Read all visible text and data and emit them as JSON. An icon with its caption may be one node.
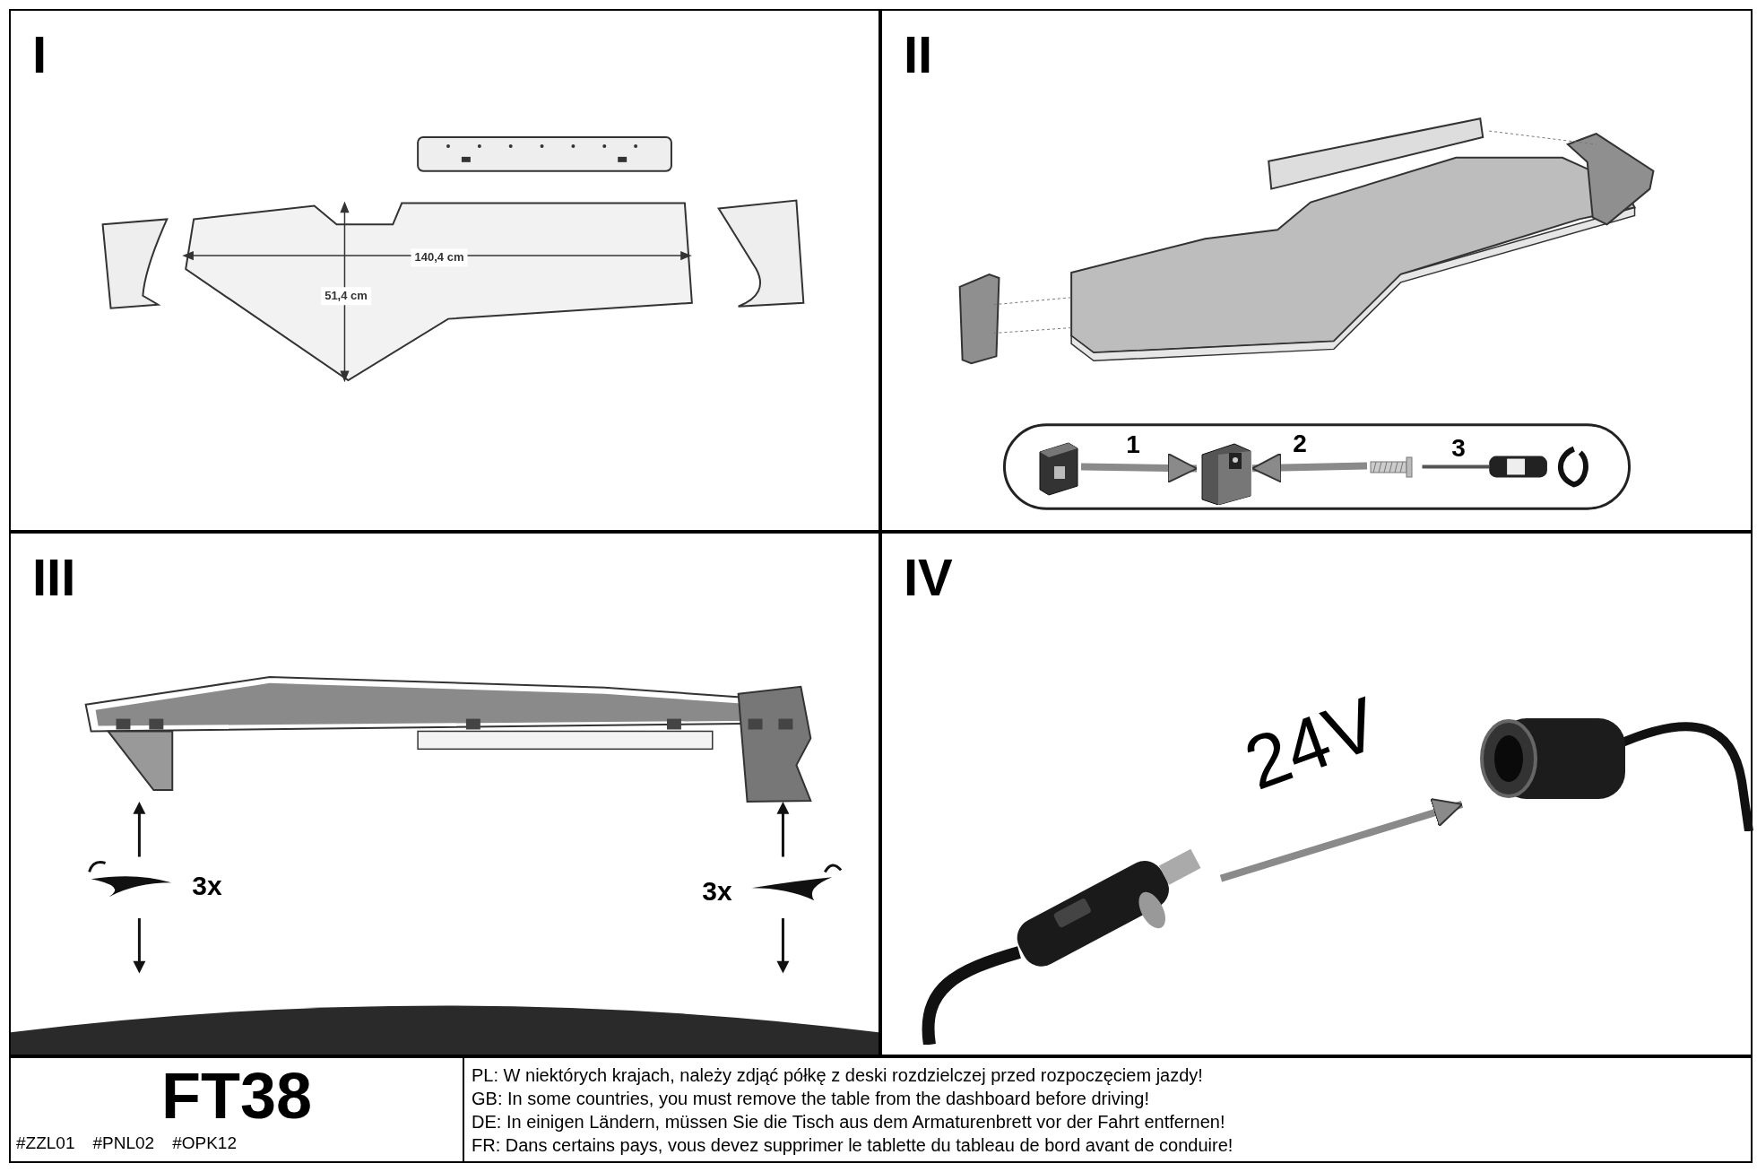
{
  "diagram": {
    "nodes": [
      {
        "text": [
          "I"
        ]
      },
      {
        "text": [
          "II"
        ]
      },
      {
        "text": [
          "III"
        ]
      },
      {
        "text": [
          "IV"
        ]
      },
      {
        "text": [],
        "shape": "picture",
        "in": 1
      },
      {
        "text": [],
        "shape": "picture",
        "in": 1
      },
      {
        "text": [],
        "shape": "picture",
        "in": 1
      },
      {
        "text": [],
        "shape": "picture",
        "in": 3
      },
      {
        "text": [],
        "shape": "picture",
        "in": 3
      }
    ],
    "edges": [
      {
        "from": 4,
        "to": 5,
        "arrow": "to",
        "label": "1"
      },
      {
        "from": 6,
        "to": 5,
        "arrow": "to",
        "label": "2"
      },
      {
        "from": 7,
        "to": 8,
        "arrow": "to",
        "label": "24V"
      }
    ],
    "labels": [
      "140,4 cm",
      "51,4 cm",
      "3",
      "3x",
      "3x",
      "FT38",
      "#ZZL01",
      "#PNL02",
      "#OPK12",
      "PL: W niektórych krajach, należy zdjąć półkę z deski rozdzielczej przed rozpoczęciem jazdy!",
      "GB: In some countries, you must remove the table from the dashboard before driving!",
      "DE: In einigen Ländern, müssen Sie die Tisch aus dem Armaturenbrett vor der Fahrt entfernen!",
      "FR: Dans certains pays, vous devez supprimer le tablette du tableau de bord avant de conduire!"
    ]
  }
}
